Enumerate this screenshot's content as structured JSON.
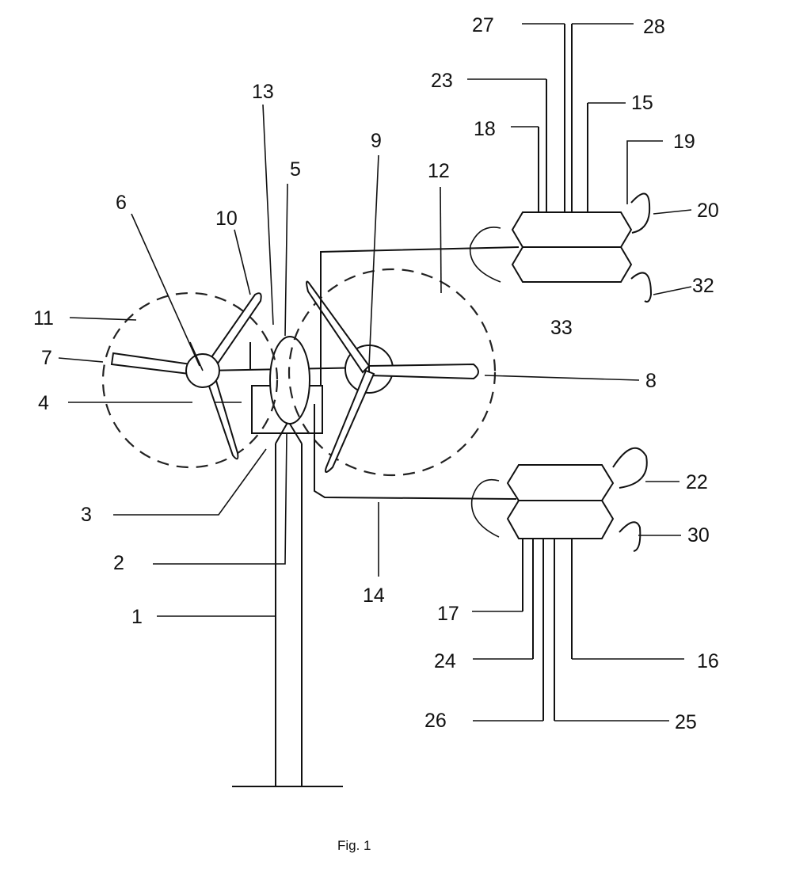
{
  "caption": "Fig. 1",
  "labels": {
    "l1": "1",
    "l2": "2",
    "l3": "3",
    "l4": "4",
    "l5": "5",
    "l6": "6",
    "l7": "7",
    "l8": "8",
    "l9": "9",
    "l10": "10",
    "l11": "11",
    "l12": "12",
    "l13": "13",
    "l14": "14",
    "l15": "15",
    "l16": "16",
    "l17": "17",
    "l18": "18",
    "l19": "19",
    "l20": "20",
    "l22": "22",
    "l23": "23",
    "l24": "24",
    "l25": "25",
    "l26": "26",
    "l27": "27",
    "l28": "28",
    "l30": "30",
    "l32": "32",
    "l33": "33"
  }
}
